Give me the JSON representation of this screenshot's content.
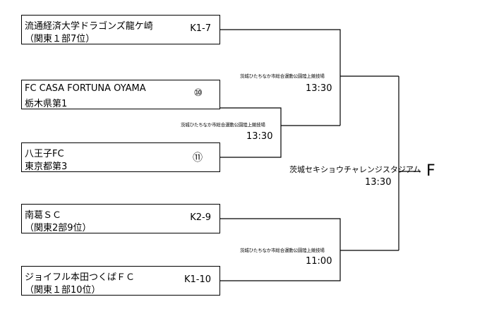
{
  "teams": [
    {
      "name": "流通経済大学ドラゴンズ龍ケ崎",
      "sub": "（関東１部7位）",
      "seed": "K1-7"
    },
    {
      "name": "FC CASA FORTUNA OYAMA",
      "sub": "栃木県第1",
      "seed": "⑩"
    },
    {
      "name": "八王子FC",
      "sub": "東京都第3",
      "seed": "⑪"
    },
    {
      "name": "南葛ＳＣ",
      "sub": "（関東2部9位）",
      "seed": "K2-9"
    },
    {
      "name": "ジョイフル本田つくばＦＣ",
      "sub": "（関東１部10位）",
      "seed": "K1-10"
    }
  ],
  "matches": {
    "first_round": {
      "venue": "茨城ひたちなか市総合運動公園陸上競技場",
      "time": "13:30"
    },
    "semi_top": {
      "venue": "茨城ひたちなか市総合運動公園陸上競技場",
      "time": "13:30"
    },
    "semi_bottom": {
      "venue": "茨城ひたちなか市総合運動公園陸上競技場",
      "time": "11:00"
    },
    "final": {
      "venue": "茨城セキショウチャレンジスタジアム",
      "time": "13:30",
      "label": "F"
    }
  }
}
